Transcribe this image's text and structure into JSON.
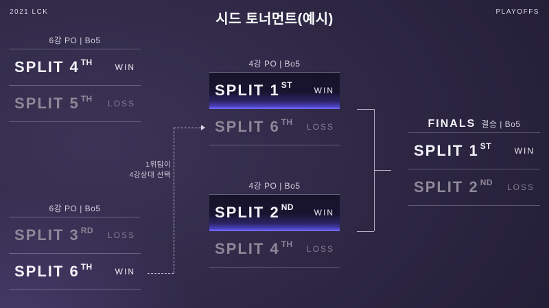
{
  "header": {
    "left": "2021 LCK",
    "title": "시드 토너먼트(예시)",
    "right": "PLAYOFFS"
  },
  "annotation": {
    "line1": "1위팀이",
    "line2": "4강상대 선택"
  },
  "brackets": {
    "left_top": {
      "title": "",
      "subtitle": "6강 PO | Bo5",
      "rows": [
        {
          "team": "SPLIT 4",
          "ordinal": "TH",
          "result": "WIN",
          "winner": true,
          "highlighted": false
        },
        {
          "team": "SPLIT 5",
          "ordinal": "TH",
          "result": "LOSS",
          "winner": false,
          "highlighted": false
        }
      ]
    },
    "left_bottom": {
      "title": "",
      "subtitle": "6강 PO | Bo5",
      "rows": [
        {
          "team": "SPLIT 3",
          "ordinal": "RD",
          "result": "LOSS",
          "winner": false,
          "highlighted": false
        },
        {
          "team": "SPLIT 6",
          "ordinal": "TH",
          "result": "WIN",
          "winner": true,
          "highlighted": false
        }
      ]
    },
    "middle_top": {
      "title": "",
      "subtitle": "4강 PO | Bo5",
      "rows": [
        {
          "team": "SPLIT 1",
          "ordinal": "ST",
          "result": "WIN",
          "winner": true,
          "highlighted": true
        },
        {
          "team": "SPLIT 6",
          "ordinal": "TH",
          "result": "LOSS",
          "winner": false,
          "highlighted": false
        }
      ]
    },
    "middle_bottom": {
      "title": "",
      "subtitle": "4강 PO | Bo5",
      "rows": [
        {
          "team": "SPLIT 2",
          "ordinal": "ND",
          "result": "WIN",
          "winner": true,
          "highlighted": true
        },
        {
          "team": "SPLIT 4",
          "ordinal": "TH",
          "result": "LOSS",
          "winner": false,
          "highlighted": false
        }
      ]
    },
    "finals": {
      "title": "FINALS",
      "subtitle": "결승 | Bo5",
      "rows": [
        {
          "team": "SPLIT 1",
          "ordinal": "ST",
          "result": "WIN",
          "winner": true,
          "highlighted": false
        },
        {
          "team": "SPLIT 2",
          "ordinal": "ND",
          "result": "LOSS",
          "winner": false,
          "highlighted": false
        }
      ]
    }
  },
  "colors": {
    "background": "#2d2744",
    "accent_highlight": "#7163f2",
    "win_text": "#f3f1f8",
    "loss_text": "#8e8899",
    "separator": "#d6d1e4",
    "connector": "#b3aec0"
  }
}
